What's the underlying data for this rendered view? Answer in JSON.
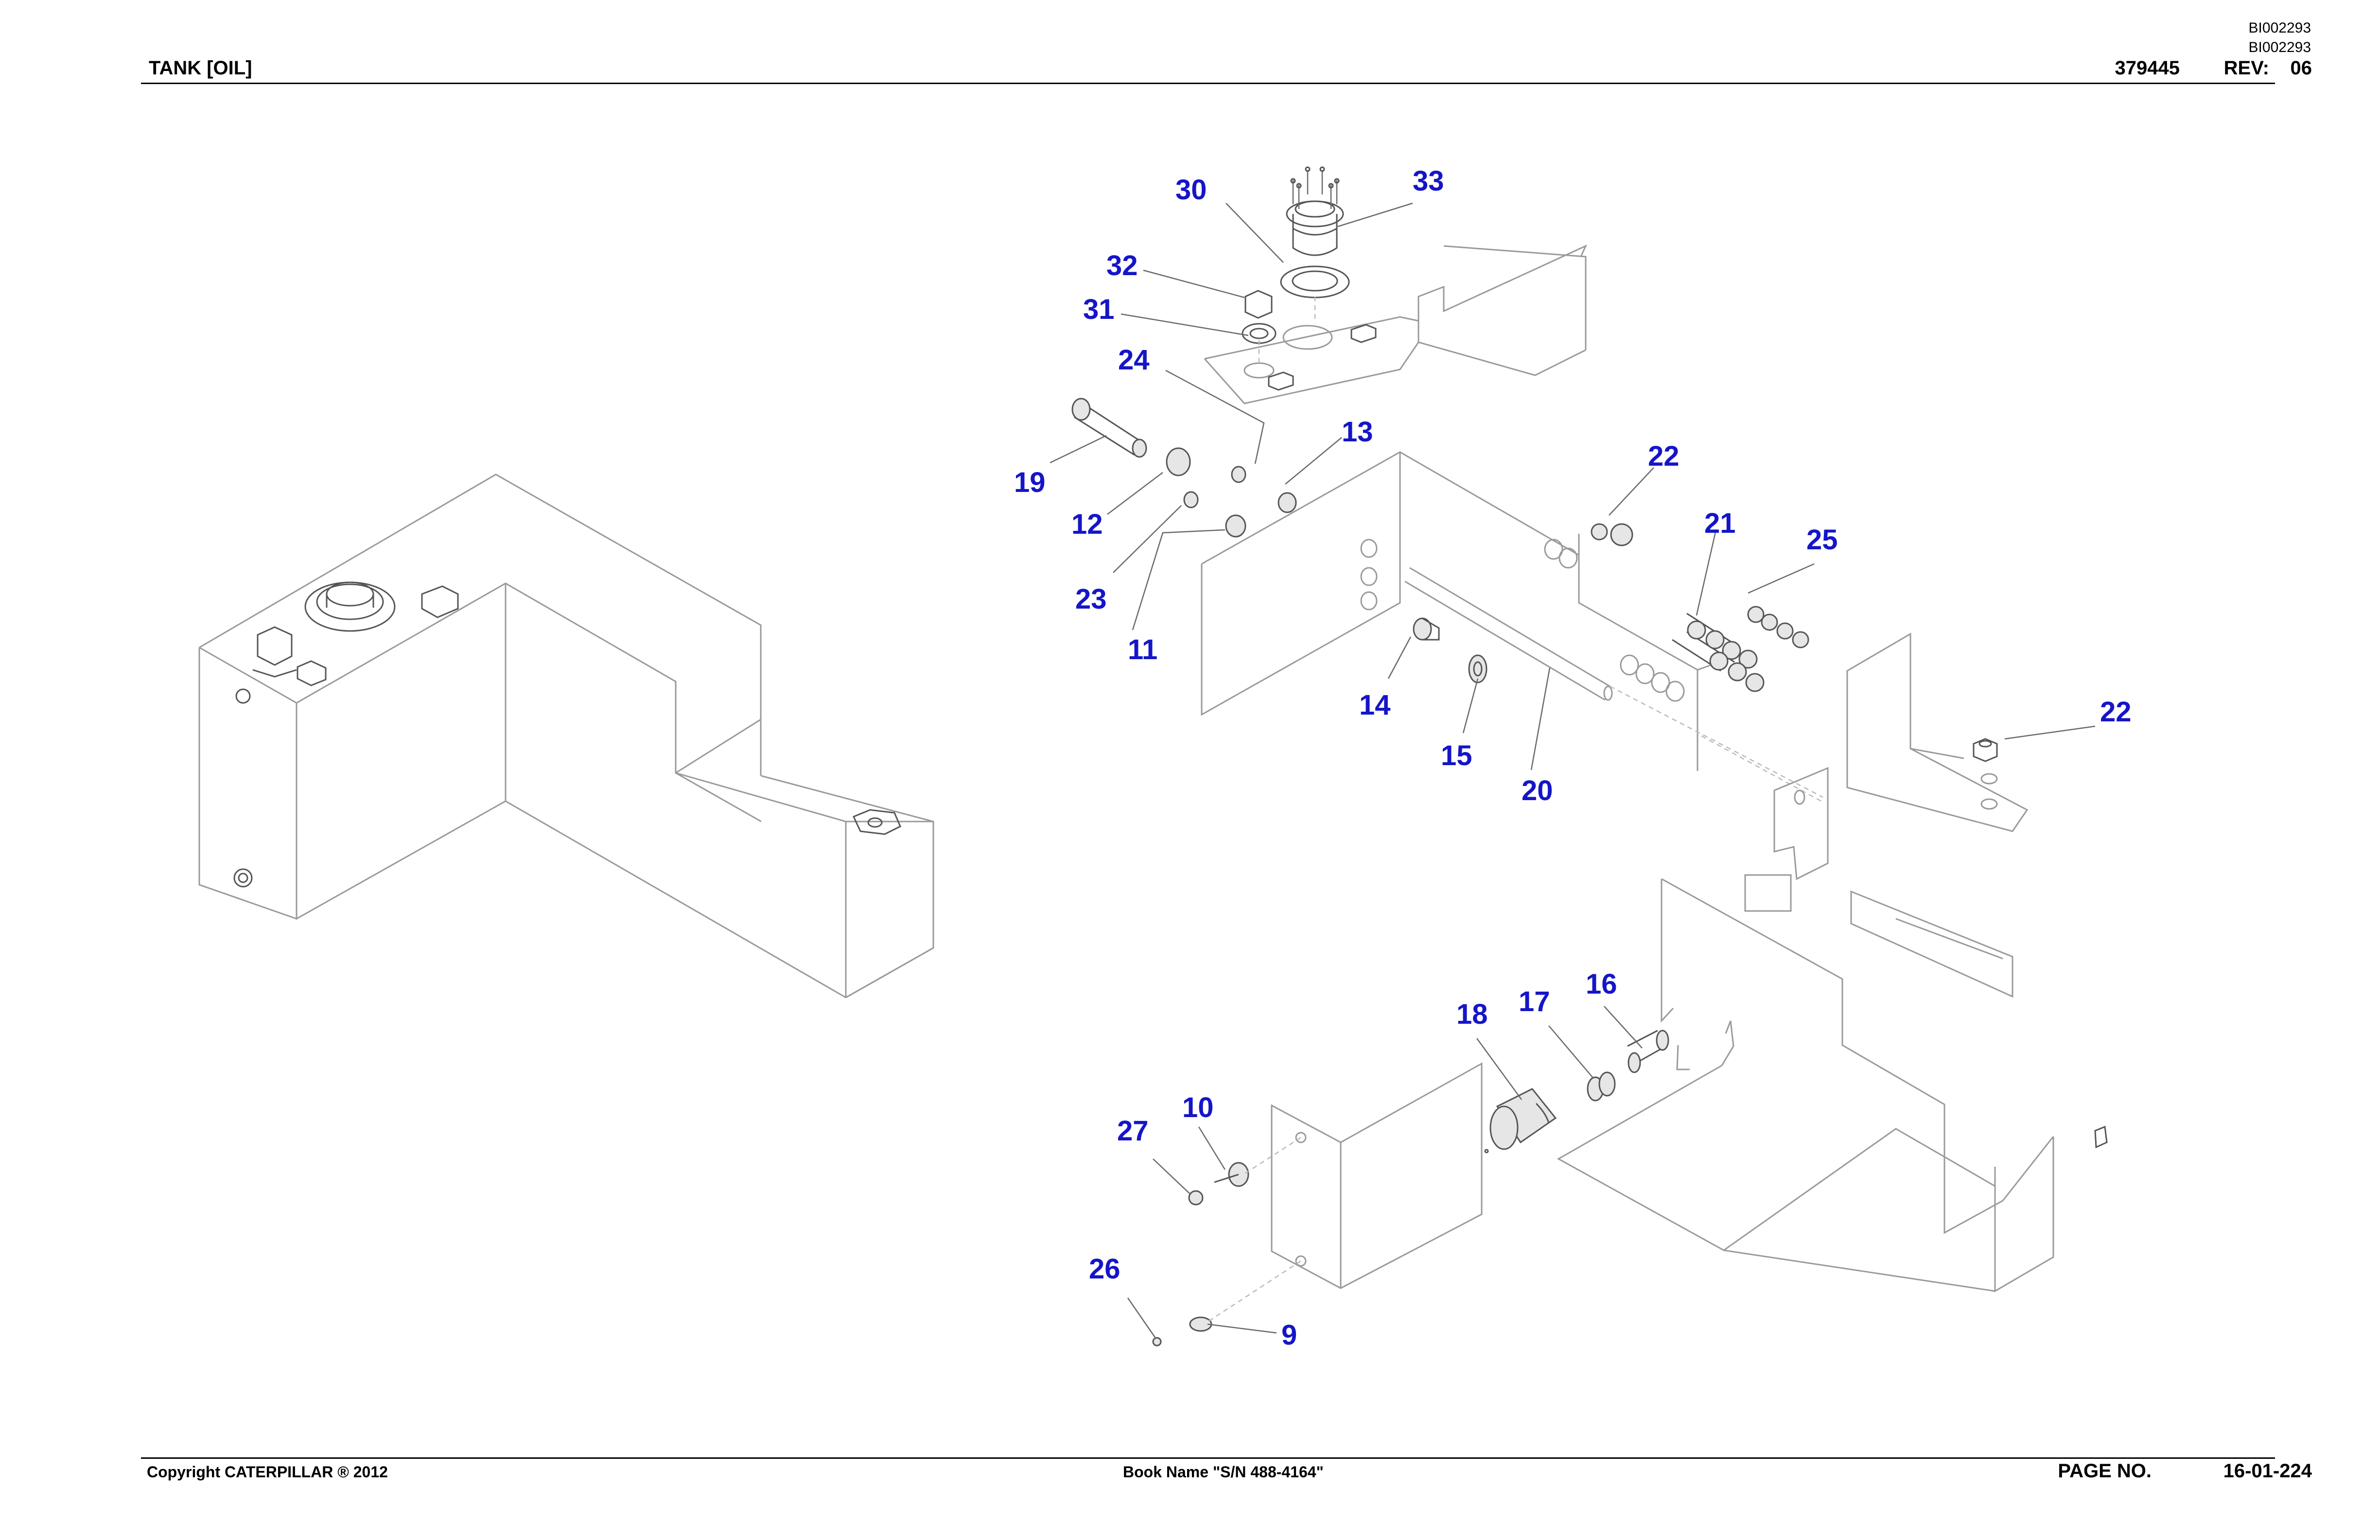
{
  "header": {
    "title": "TANK [OIL]",
    "doc_id_line1": "BI002293",
    "doc_id_line2": "BI002293",
    "part_number": "379445",
    "rev_label": "REV:",
    "rev_value": "06"
  },
  "footer": {
    "copyright": "Copyright CATERPILLAR ® 2012",
    "book_name": "Book Name \"S/N 488-4164\"",
    "page_label": "PAGE NO.",
    "page_value": "16-01-224"
  },
  "callouts": {
    "c30": "30",
    "c33": "33",
    "c32": "32",
    "c31": "31",
    "c24": "24",
    "c13": "13",
    "c19": "19",
    "c12": "12",
    "c23": "23",
    "c11": "11",
    "c22a": "22",
    "c21": "21",
    "c25": "25",
    "c14": "14",
    "c15": "15",
    "c20": "20",
    "c22b": "22",
    "c18": "18",
    "c17": "17",
    "c16": "16",
    "c10": "10",
    "c27": "27",
    "c26": "26",
    "c9": "9"
  }
}
